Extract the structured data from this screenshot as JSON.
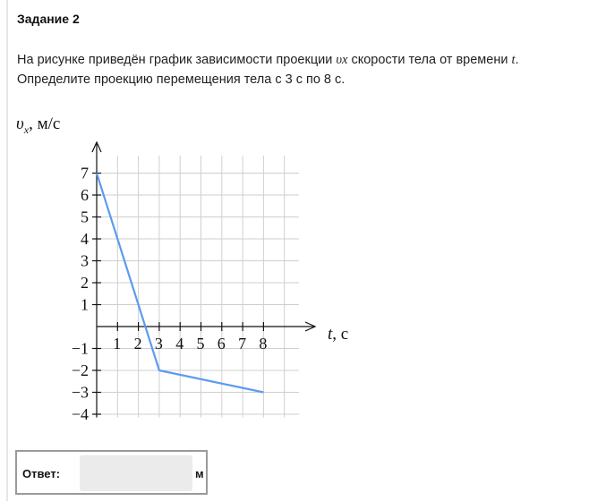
{
  "task": {
    "title": "Задание 2",
    "line1_a": "На рисунке приведён график зависимости проекции ",
    "line1_var": "υx",
    "line1_b": " скорости тела от времени ",
    "line1_t": "t",
    "line1_c": ".",
    "line2": "Определите проекцию перемещения тела с 3 с по 8 с."
  },
  "chart_data": {
    "type": "line",
    "ylabel_var": "υ",
    "ylabel_sub": "x",
    "ylabel_unit": ", м/с",
    "xlabel_var": "t",
    "xlabel_unit": ", с",
    "x_ticks": [
      "1",
      "2",
      "3",
      "4",
      "5",
      "6",
      "7",
      "8"
    ],
    "y_ticks_pos": [
      "1",
      "2",
      "3",
      "4",
      "5",
      "6",
      "7"
    ],
    "y_ticks_neg": [
      "−1",
      "−2",
      "−3",
      "−4"
    ],
    "xlim": [
      0,
      9
    ],
    "ylim": [
      -4,
      8
    ],
    "grid": true,
    "series": [
      {
        "values": [
          [
            0,
            7
          ],
          [
            3,
            -2
          ],
          [
            8,
            -3
          ]
        ],
        "color": "#5b9bf0"
      }
    ]
  },
  "answer": {
    "label": "Ответ:",
    "value": "",
    "unit": "м"
  }
}
